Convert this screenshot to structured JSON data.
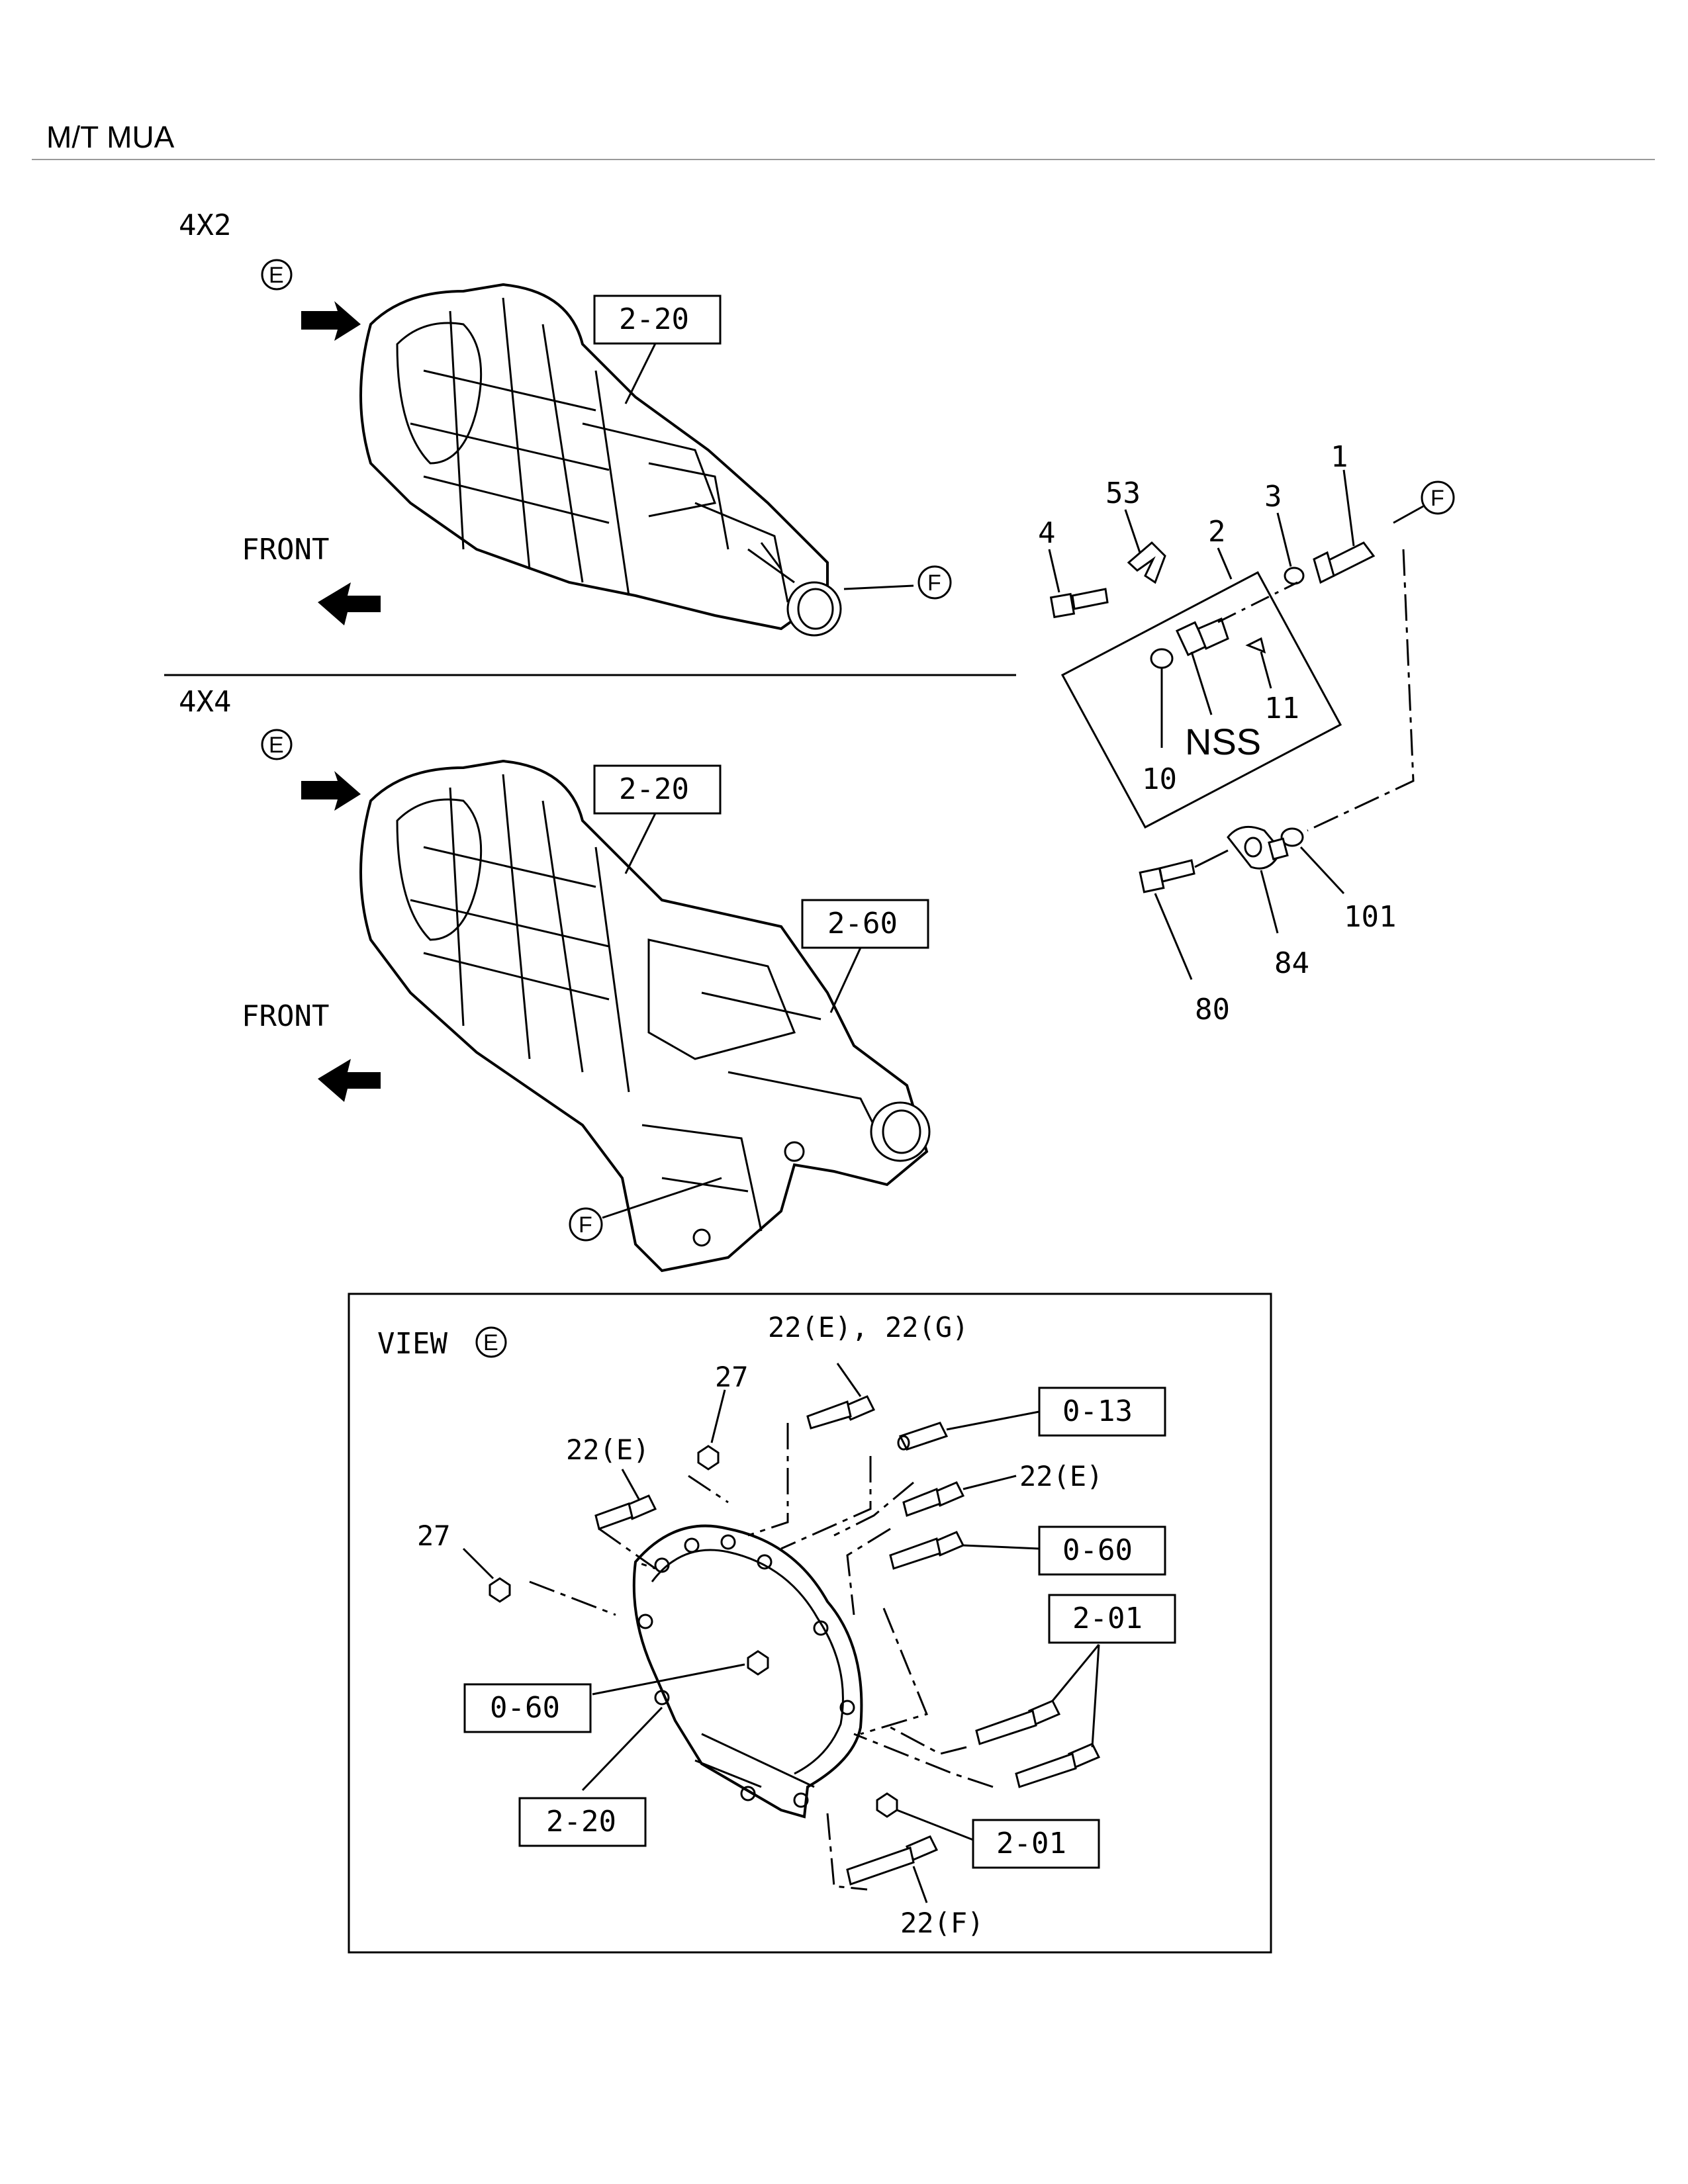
{
  "page": {
    "title": "M/T MUA"
  },
  "sections": {
    "top_variant": "4X2",
    "mid_variant": "4X4",
    "front_label_top": "FRONT",
    "front_label_mid": "FRONT",
    "view_label": "VIEW",
    "view_letter": "E"
  },
  "callouts": {
    "ref_box_top": "2-20",
    "ref_box_mid": "2-20",
    "ref_box_mid_case": "2-60",
    "view_ref_013": "0-13",
    "view_ref_060_right": "0-60",
    "view_ref_201_right": "2-01",
    "view_ref_060_left": "0-60",
    "view_ref_220": "2-20",
    "view_ref_201_bottom": "2-01"
  },
  "letters": {
    "e_top": "E",
    "e_mid": "E",
    "f_top": "F",
    "f_mid": "F",
    "f_right": "F"
  },
  "part_numbers": {
    "p1": "1",
    "p53": "53",
    "p2": "2",
    "p3": "3",
    "p4": "4",
    "p11": "11",
    "nss": "NSS",
    "p10": "10",
    "p101": "101",
    "p84": "84",
    "p80": "80"
  },
  "view_parts": {
    "bolt_22eg": "22(E), 22(G)",
    "nut_27_top": "27",
    "bolt_22e_left": "22(E)",
    "bolt_22e_right": "22(E)",
    "nut_27_left": "27",
    "bolt_22f": "22(F)"
  }
}
